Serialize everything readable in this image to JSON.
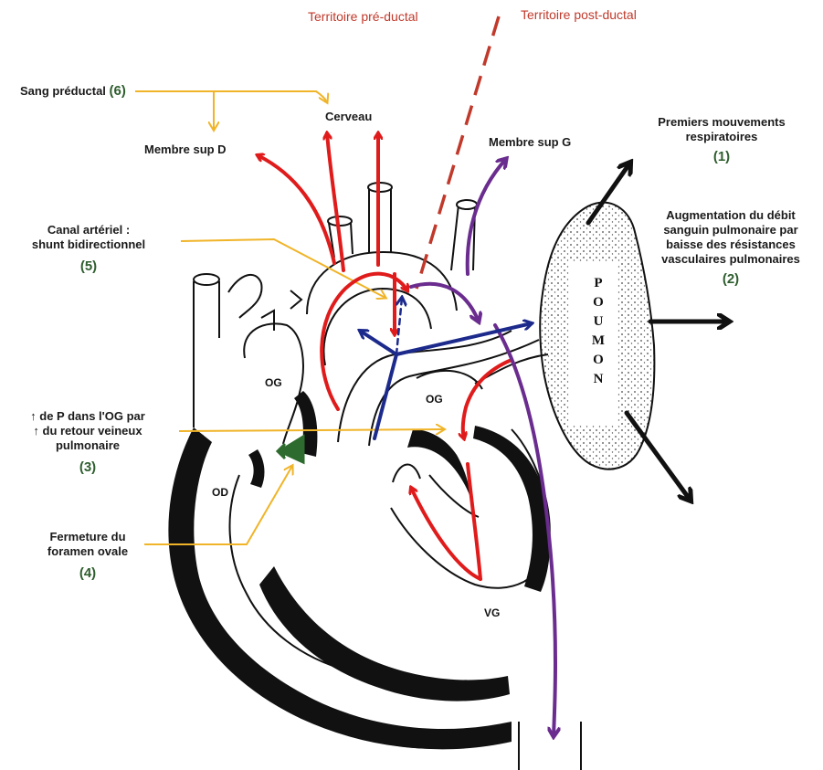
{
  "territories": {
    "pre_ductal": "Territoire pré-ductal",
    "post_ductal": "Territoire post-ductal"
  },
  "labels": {
    "sang_preductal": "Sang préductal",
    "sang_preductal_num": "(6)",
    "cerveau": "Cerveau",
    "membre_sup_d": "Membre sup D",
    "membre_sup_g": "Membre sup G",
    "canal_arteriel_1": "Canal artériel :",
    "canal_arteriel_2": "shunt bidirectionnel",
    "canal_arteriel_num": "(5)",
    "pression_og_1": "↑ de P dans l'OG par",
    "pression_og_2": "↑ du retour veineux",
    "pression_og_3": "pulmonaire",
    "pression_og_num": "(3)",
    "fermeture_1": "Fermeture du",
    "fermeture_2": "foramen ovale",
    "fermeture_num": "(4)",
    "premiers_1": "Premiers mouvements",
    "premiers_2": "respiratoires",
    "premiers_num": "(1)",
    "augmentation_1": "Augmentation du débit",
    "augmentation_2": "sanguin pulmonaire par",
    "augmentation_3": "baisse des résistances",
    "augmentation_4": "vasculaires pulmonaires",
    "augmentation_num": "(2)"
  },
  "chambers": {
    "og_left": "OG",
    "og_right": "OG",
    "od": "OD",
    "vg": "VG"
  },
  "poumon_letters": [
    "P",
    "O",
    "U",
    "M",
    "O",
    "N"
  ],
  "colors": {
    "red_flow": "#e01b1b",
    "purple_flow": "#6a2c8e",
    "blue_flow": "#1c2a8c",
    "callout_yellow": "#f0b428",
    "green_foramen": "#2e6b2e",
    "territory_text": "#c0392b"
  }
}
